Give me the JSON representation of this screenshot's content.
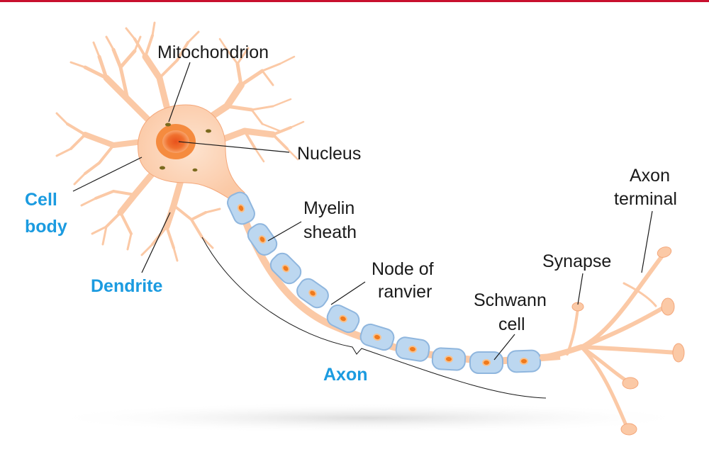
{
  "colors": {
    "top_border": "#c8102e",
    "cell_fill": "#fbc9a6",
    "cell_light": "#fde3cf",
    "cell_stroke": "#f4a77a",
    "nucleus_outer": "#f58b3f",
    "nucleus_inner": "#e8521d",
    "myelin_fill": "#bcd7f0",
    "myelin_stroke": "#8fb6de",
    "myelin_dot": "#f07a1c",
    "blue_label": "#1b9be0",
    "dark_label": "#1a1a1a",
    "leader_line": "#1a1a1a"
  },
  "labels": {
    "mitochondrion": "Mitochondrion",
    "nucleus": "Nucleus",
    "cell_body_line1": "Cell",
    "cell_body_line2": "body",
    "dendrite": "Dendrite",
    "myelin_line1": "Myelin",
    "myelin_line2": "sheath",
    "node_line1": "Node of",
    "node_line2": "ranvier",
    "schwann_line1": "Schwann",
    "schwann_line2": "cell",
    "synapse": "Synapse",
    "axon_terminal_line1": "Axon",
    "axon_terminal_line2": "terminal",
    "axon": "Axon"
  }
}
